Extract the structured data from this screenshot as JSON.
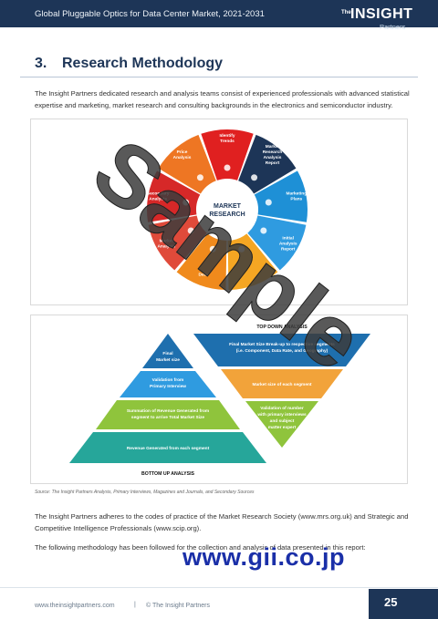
{
  "header": {
    "title": "Global Pluggable Optics for Data Center Market, 2021-2031",
    "logo": {
      "the": "The",
      "main": "INSIGHT",
      "partners": "Partners"
    }
  },
  "section": {
    "number": "3.",
    "title": "Research Methodology"
  },
  "intro_paragraph": "The Insight Partners dedicated research and analysis teams consist of experienced professionals with advanced statistical expertise and marketing, market research and consulting backgrounds in the electronics and semiconductor industry.",
  "wheel": {
    "center_line1": "MARKET",
    "center_line2": "RESEARCH",
    "segments": [
      {
        "label": "Identify Trends",
        "color": "#e02020"
      },
      {
        "label": "Market Research Analysis Report",
        "color": "#1d3557"
      },
      {
        "label": "Marketing Plans",
        "color": "#1e90d6"
      },
      {
        "label": "Initial Analysis Report",
        "color": "#2f9be0"
      },
      {
        "label": "",
        "color": "#f5a623"
      },
      {
        "label": "Data",
        "color": "#f08a1c"
      },
      {
        "label": "Market Analysis",
        "color": "#e04a3a"
      },
      {
        "label": "Secondary Analysis",
        "color": "#d62828"
      },
      {
        "label": "Price Analysis",
        "color": "#ee7623"
      }
    ]
  },
  "pyramid": {
    "top_caption": "TOP DOWN ANALYSIS",
    "bottom_caption": "BOTTOM UP ANALYSIS",
    "left_levels": [
      {
        "text": "Final Market size",
        "color": "#1e6fae"
      },
      {
        "text": "Validation from Primary Interview",
        "color": "#2f9be0"
      },
      {
        "text": "Summation of Revenue Generated from segment to arrive Total Market Size",
        "color": "#8fc43c"
      },
      {
        "text": "Revenue Generated from each segment",
        "color": "#26a69a"
      }
    ],
    "right_levels": [
      {
        "text": "Final Market Size Break-up to respective segments (i.e. Component, Data Rate, and Geography)",
        "color": "#1e6fae"
      },
      {
        "text": "Market size of each segment",
        "color": "#f2a33a"
      },
      {
        "text": "Validation of number with primary interviews and subject matter expert",
        "color": "#8fc43c"
      }
    ]
  },
  "source": "Source: The Insight Partners Analysis, Primary Interviews, Magazines and Journals, and Secondary Sources",
  "paragraph2": "The Insight Partners adheres to the codes of practice of the Market Research Society (www.mrs.org.uk) and Strategic and Competitive Intelligence Professionals (www.scip.org).",
  "paragraph3": "The following methodology has been followed for the collection and analysis of data presented in this report:",
  "watermark": {
    "text": "Sample",
    "url": "www.gii.co.jp"
  },
  "footer": {
    "website": "www.theinsightpartners.com",
    "separator": "|",
    "copyright": "© The Insight Partners",
    "page_number": "25"
  }
}
